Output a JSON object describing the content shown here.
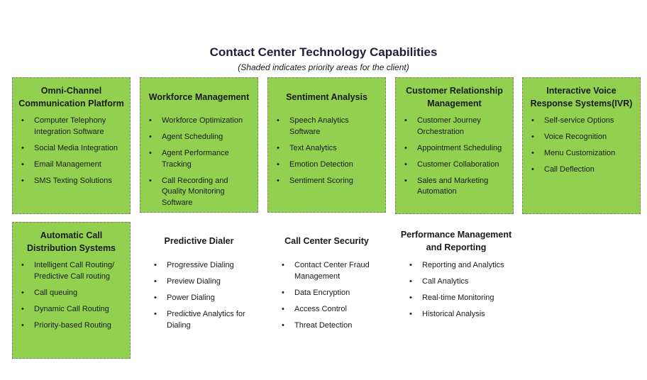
{
  "title": "Contact Center Technology Capabilities",
  "subtitle": "(Shaded indicates priority areas for the client)",
  "cards": [
    {
      "title": "Omni-Channel Communication Platform",
      "shaded": true,
      "items": [
        "Computer Telephony Integration Software",
        "Social Media Integration",
        "Email Management",
        "SMS Texting Solutions"
      ]
    },
    {
      "title": "Workforce Management",
      "shaded": true,
      "items": [
        "Workforce Optimization",
        "Agent Scheduling",
        "Agent Performance Tracking",
        "Call Recording and Quality Monitoring Software"
      ]
    },
    {
      "title": "Sentiment Analysis",
      "shaded": true,
      "items": [
        "Speech Analytics Software",
        "Text Analytics",
        "Emotion Detection",
        "Sentiment Scoring"
      ]
    },
    {
      "title": "Customer Relationship Management",
      "shaded": true,
      "items": [
        "Customer Journey Orchestration",
        "Appointment Scheduling",
        "Customer Collaboration",
        "Sales and Marketing Automation"
      ]
    },
    {
      "title": "Interactive Voice Response Systems(IVR)",
      "shaded": true,
      "items": [
        "Self-service Options",
        "Voice Recognition",
        "Menu Customization",
        "Call Deflection"
      ]
    },
    {
      "title": "Automatic Call Distribution Systems",
      "shaded": true,
      "items": [
        "Intelligent Call Routing/ Predictive Call routing",
        "Call queuing",
        "Dynamic Call Routing",
        "Priority-based Routing"
      ]
    },
    {
      "title": "Predictive Dialer",
      "shaded": false,
      "items": [
        "Progressive Dialing",
        "Preview Dialing",
        "Power Dialing",
        "Predictive Analytics for Dialing"
      ]
    },
    {
      "title": "Call Center Security",
      "shaded": false,
      "items": [
        "Contact Center Fraud Management",
        "Data Encryption",
        "Access Control",
        "Threat Detection"
      ]
    },
    {
      "title": "Performance Management and Reporting",
      "shaded": false,
      "items": [
        "Reporting and Analytics",
        "Call Analytics",
        "Real-time Monitoring",
        "Historical Analysis"
      ]
    }
  ],
  "colors": {
    "shaded": "#92d050",
    "border": "#7f7f7f"
  }
}
